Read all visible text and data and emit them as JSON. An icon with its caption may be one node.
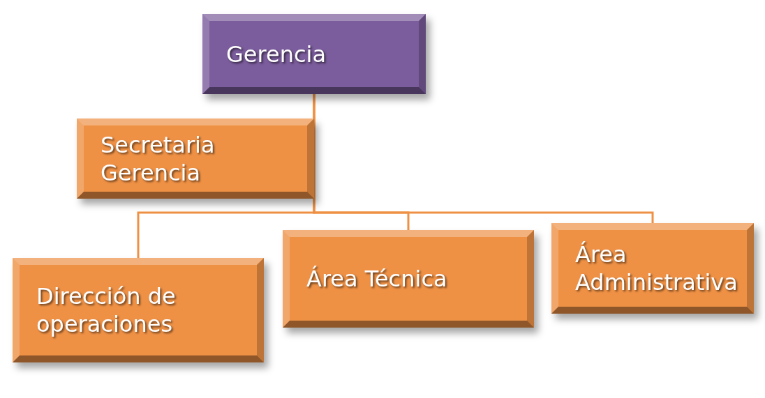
{
  "diagram": {
    "nodes": [
      {
        "text": [
          "Gerencia"
        ]
      },
      {
        "text": [
          "Secretaria Gerencia"
        ]
      },
      {
        "text": [
          "Dirección de operaciones"
        ]
      },
      {
        "text": [
          "Área Técnica"
        ]
      },
      {
        "text": [
          "Área Administrativa"
        ]
      }
    ],
    "edges": [
      {
        "from": 0,
        "to": 1,
        "arrow": "none"
      },
      {
        "from": 0,
        "to": 2,
        "arrow": "none"
      },
      {
        "from": 0,
        "to": 3,
        "arrow": "none"
      },
      {
        "from": 0,
        "to": 4,
        "arrow": "none"
      }
    ]
  }
}
